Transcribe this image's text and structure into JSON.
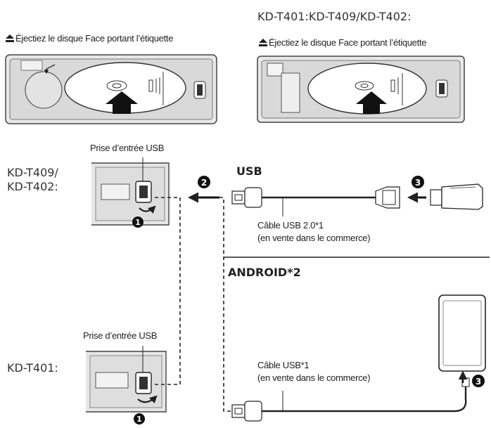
{
  "labels": {
    "models_top": "KD-T401:KD-T409/KD-T402:",
    "eject_caption": "Éjectiez le disque Face portant l’étiquette",
    "eject_caption_2": "Éjectiez le disque Face portant l’étiquette",
    "usb_jack_top": "Prise d’entrée USB",
    "usb_jack_bottom": "Prise d’entrée USB",
    "model_t409_line1": "KD-T409/",
    "model_t409_line2": "KD-T402:",
    "model_t401": "KD-T401:",
    "usb_heading": "USB",
    "android_heading": "ANDROID*2",
    "cable_usb20_line1": "Câble USB 2.0*1",
    "cable_usb20_line2": "(en vente dans le commerce)",
    "cable_usb_line1": "Câble USB*1",
    "cable_usb_line2": "(en vente dans le commerce)"
  },
  "steps": {
    "one": "1",
    "two": "2",
    "three": "3"
  },
  "icons": [
    "eject-icon",
    "disc-icon",
    "arrow-icon",
    "usb-plug-icon",
    "usb-flash-drive-icon",
    "smartphone-icon",
    "rotate-arrow-icon"
  ],
  "colors": {
    "ink": "#231f20",
    "panel": "#e6e6e6",
    "panel_dark": "#bdbdbd",
    "white": "#ffffff"
  }
}
